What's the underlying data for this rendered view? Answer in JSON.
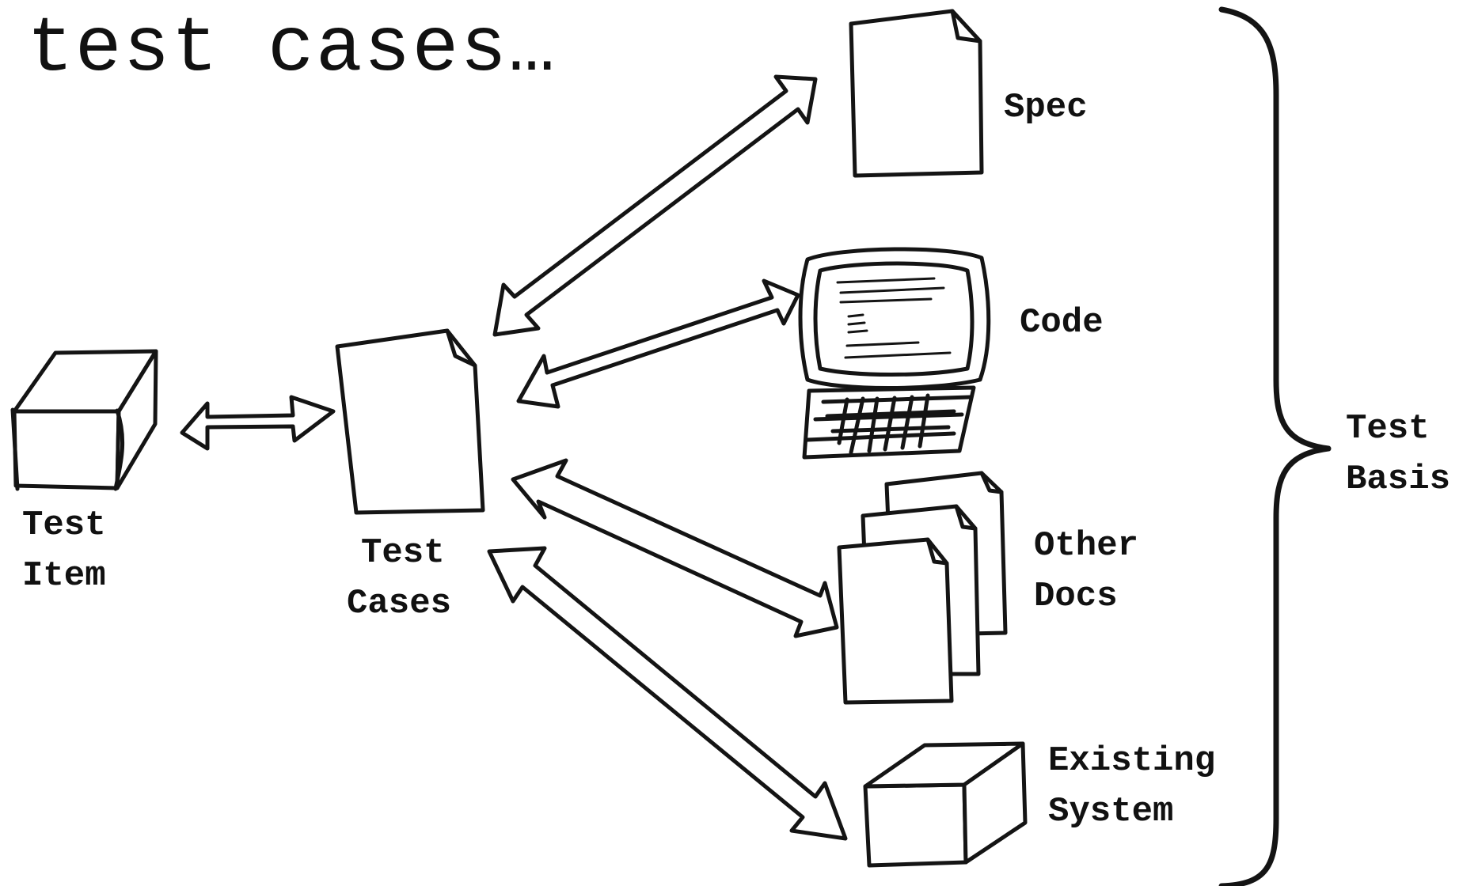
{
  "title": "test cases…",
  "nodes": {
    "test_item": {
      "line1": "Test",
      "line2": "Item",
      "icon": "box-icon"
    },
    "test_cases": {
      "line1": "Test",
      "line2": "Cases",
      "icon": "document-icon"
    },
    "spec": {
      "label": "Spec",
      "icon": "document-icon"
    },
    "code": {
      "label": "Code",
      "icon": "computer-icon"
    },
    "other_docs": {
      "line1": "Other",
      "line2": "Docs",
      "icon": "stacked-documents-icon"
    },
    "existing_system": {
      "line1": "Existing",
      "line2": "System",
      "icon": "box-icon"
    }
  },
  "group": {
    "line1": "Test",
    "line2": "Basis",
    "members": [
      "Spec",
      "Code",
      "Other Docs",
      "Existing System"
    ]
  },
  "edges": [
    {
      "from": "Test Item",
      "to": "Test Cases",
      "type": "bidirectional"
    },
    {
      "from": "Test Cases",
      "to": "Spec",
      "type": "bidirectional"
    },
    {
      "from": "Test Cases",
      "to": "Code",
      "type": "bidirectional"
    },
    {
      "from": "Test Cases",
      "to": "Other Docs",
      "type": "bidirectional"
    },
    {
      "from": "Test Cases",
      "to": "Existing System",
      "type": "bidirectional"
    }
  ],
  "colors": {
    "ink": "#141414",
    "background": "#ffffff"
  }
}
